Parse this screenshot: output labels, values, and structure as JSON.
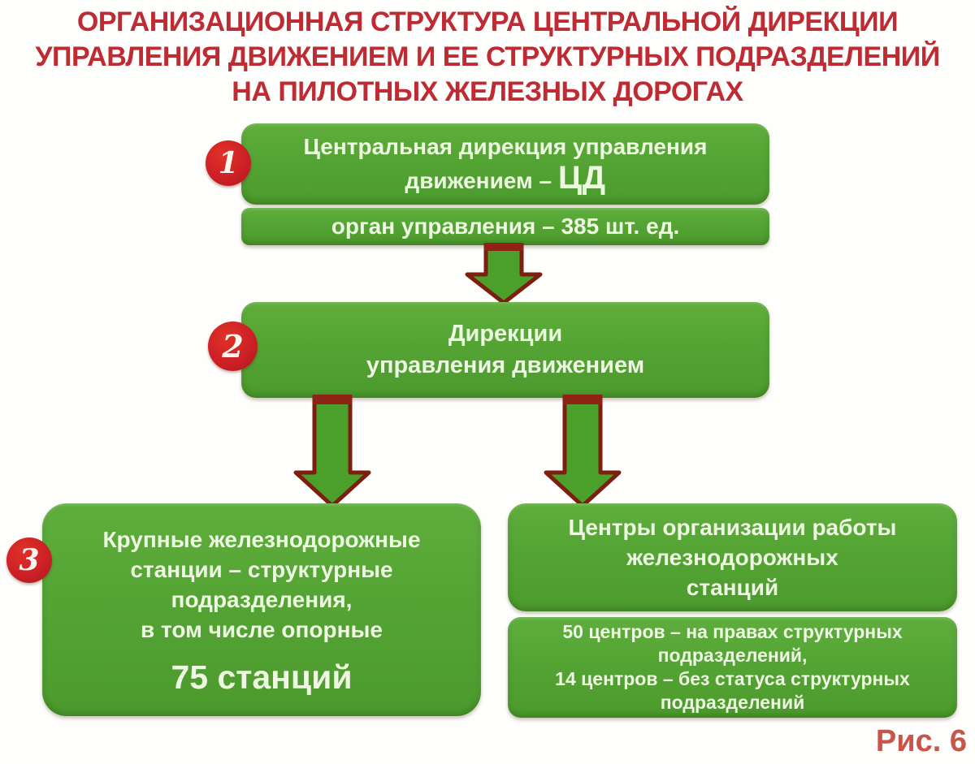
{
  "title": {
    "lines": [
      "ОРГАНИЗАЦИОННАЯ СТРУКТУРА ЦЕНТРАЛЬНОЙ ДИРЕКЦИИ",
      "УПРАВЛЕНИЯ ДВИЖЕНИЕМ И ЕЕ СТРУКТУРНЫХ ПОДРАЗДЕЛЕНИЙ",
      "НА ПИЛОТНЫХ ЖЕЛЕЗНЫХ ДОРОГАХ"
    ]
  },
  "nodes": {
    "central_directorate": {
      "badge": "1",
      "line1": "Центральная дирекция управления",
      "line2_prefix": "движением – ",
      "line2_em": "ЦД",
      "sub": "орган управления – 385 шт. ед."
    },
    "traffic_directorates": {
      "badge": "2",
      "line1": "Дирекции",
      "line2": "управления движением"
    },
    "large_stations": {
      "badge": "3",
      "lines": [
        "Крупные железнодорожные",
        "станции – структурные",
        "подразделения,",
        "в том числе опорные"
      ],
      "value": "75 станций"
    },
    "work_centers": {
      "lines": [
        "Центры организации работы",
        "железнодорожных",
        "станций"
      ],
      "sub_lines": [
        "50 центров – на правах структурных",
        "подразделений,",
        "14 центров – без статуса структурных",
        "подразделений"
      ]
    }
  },
  "caption": "Рис. 6",
  "colors": {
    "box_green": "#54a534",
    "box_green_light": "#5fae3d",
    "box_green_dark": "#4c9a2d",
    "arrow_fill": "#4ba02c",
    "arrow_outline": "#7c1f10",
    "badge_red": "#cd2026",
    "title_red": "#bf2b33",
    "caption_red": "#c9554a",
    "box_text": "#edf7e2"
  }
}
